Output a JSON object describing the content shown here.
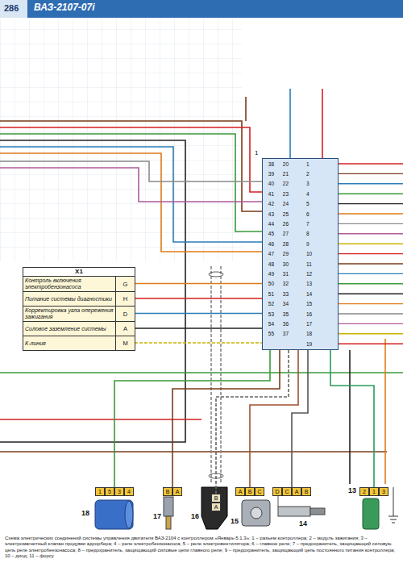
{
  "diagram": {
    "caption": "Схема электрических соединений системы управления двигателя ВАЗ-2104 с контроллером «Январь-5.1.3»: 1 – разъем контроллера; 2 – модуль зажигания; 3 – электромагнитный клапан продувки адсорбера; 4 – реле электробензонасоса; 5 – реле электровентилятора; 6 – главное реле; 7 – предохранитель, защищающий силовую цепь реле электробензонасоса; 8 – предохранитель, защищающий силовые цепи главного реле; 9 – предохранитель, защищающий цепь постоянного питания контроллера; 10 – диод; 11 – форсу",
    "nodes": [
      {
        "text": [
          "1"
        ]
      },
      {
        "text": [
          "X1"
        ]
      },
      {
        "text": [
          "Контроль включения электробензонасоса",
          "G"
        ],
        "in": 1
      },
      {
        "text": [
          "Питание системы диагностики",
          "H"
        ],
        "in": 1
      },
      {
        "text": [
          "Корректировка угла опережения зажигания",
          "D"
        ],
        "in": 1
      },
      {
        "text": [
          "Силовое заземление системы",
          "A"
        ],
        "in": 1
      },
      {
        "text": [
          "К-линия",
          "M"
        ],
        "in": 1
      },
      {
        "text": [
          "1",
          "5",
          "3",
          "4"
        ]
      },
      {
        "text": [
          "B",
          "A"
        ]
      },
      {
        "text": [
          "B",
          "A"
        ]
      },
      {
        "text": [
          "A",
          "B",
          "C"
        ]
      },
      {
        "text": [
          "D",
          "C",
          "A",
          "B"
        ]
      },
      {
        "text": [
          "2",
          "1",
          "3"
        ]
      }
    ],
    "edges": [
      {
        "from": 2,
        "to": 0,
        "arrow": "none"
      },
      {
        "from": 3,
        "to": 0,
        "arrow": "none"
      },
      {
        "from": 4,
        "to": 0,
        "arrow": "none"
      },
      {
        "from": 5,
        "to": 0,
        "arrow": "none"
      },
      {
        "from": 6,
        "to": 0,
        "arrow": "none"
      },
      {
        "from": 7,
        "to": 0,
        "arrow": "none"
      },
      {
        "from": 8,
        "to": 0,
        "arrow": "none"
      },
      {
        "from": 9,
        "to": 0,
        "arrow": "none"
      },
      {
        "from": 10,
        "to": 0,
        "arrow": "none"
      },
      {
        "from": 11,
        "to": 0,
        "arrow": "none"
      },
      {
        "from": 12,
        "to": 0,
        "arrow": "none"
      }
    ],
    "labels": [
      "38",
      "20",
      "1",
      "39",
      "21",
      "2",
      "40",
      "22",
      "3",
      "41",
      "23",
      "4",
      "42",
      "24",
      "5",
      "43",
      "25",
      "6",
      "44",
      "26",
      "7",
      "45",
      "27",
      "8",
      "46",
      "28",
      "9",
      "47",
      "29",
      "10",
      "48",
      "30",
      "11",
      "49",
      "31",
      "12",
      "50",
      "32",
      "13",
      "51",
      "33",
      "14",
      "52",
      "34",
      "15",
      "53",
      "35",
      "16",
      "54",
      "36",
      "17",
      "55",
      "37",
      "18",
      "19",
      "18",
      "17",
      "16",
      "15",
      "14",
      "13",
      "286",
      "ВАЗ-2107-07i"
    ]
  }
}
